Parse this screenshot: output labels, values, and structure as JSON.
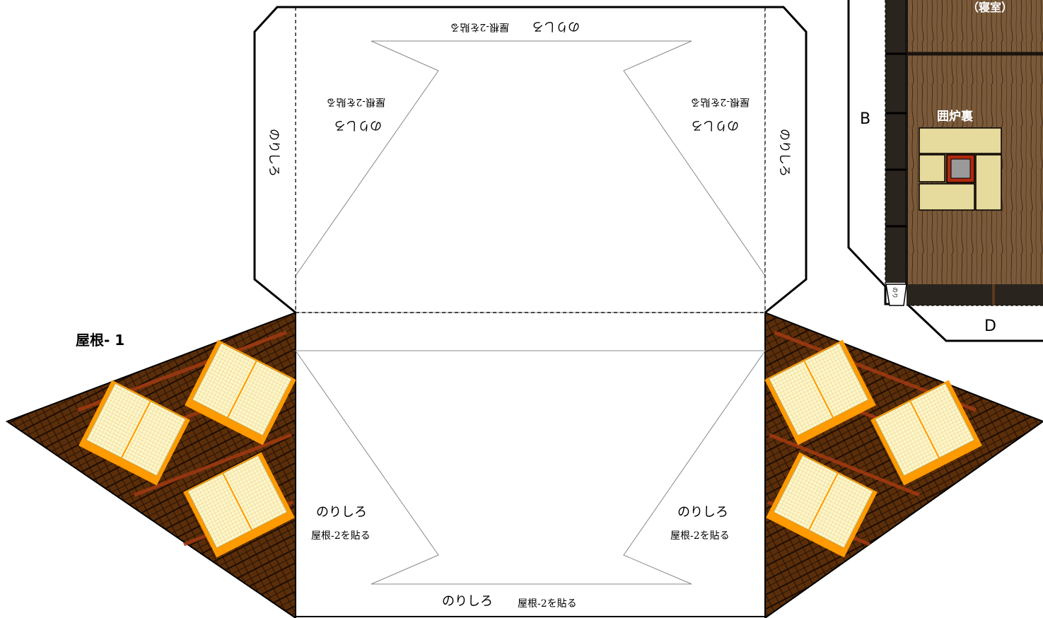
{
  "labels": {
    "roof_title": "屋根- 1",
    "glue_tab": "のりしろ",
    "paste_roof2": "屋根-2を貼る",
    "hearth": "囲炉裏",
    "bedroom": "（寝室）",
    "letter_b": "B",
    "letter_d": "D",
    "small_tab": "のり"
  },
  "colors": {
    "roof_base": "#5a2e0a",
    "roof_tile_line": "#1e0d02",
    "roof_rib": "#a33a12",
    "skylight_fill": "#fff6c8",
    "skylight_border": "#ff9a00",
    "floor": "#7a5a3a",
    "tatami": "#e6da9c",
    "hearth_frame": "#b02a10",
    "hearth_ash": "#9a9a9a",
    "wall_dark": "#2a241e"
  }
}
